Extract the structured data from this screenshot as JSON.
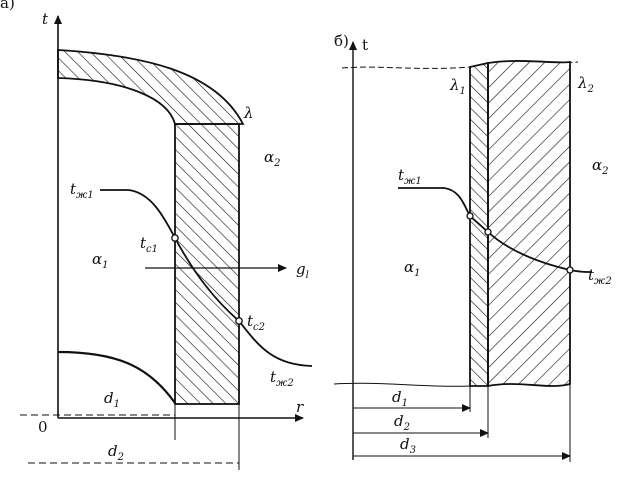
{
  "left_panel": {
    "panel_letter": "a)",
    "axis_t": "t",
    "axis_r": "r",
    "origin": "0",
    "alpha1": "α",
    "alpha1_sub": "1",
    "alpha2": "α",
    "alpha2_sub": "2",
    "lambda": "λ",
    "tzh1": "t",
    "tzh1_sub": "ж1",
    "tc1": "t",
    "tc1_sub": "c1",
    "tc2": "t",
    "tc2_sub": "c2",
    "tzh2": "t",
    "tzh2_sub": "ж2",
    "q": "g",
    "q_sub": "l",
    "d1": "d",
    "d1_sub": "1",
    "d2": "d",
    "d2_sub": "2"
  },
  "right_panel": {
    "panel_letter": "б)",
    "axis_t": "t",
    "lambda1": "λ",
    "lambda1_sub": "1",
    "lambda2": "λ",
    "lambda2_sub": "2",
    "alpha1": "α",
    "alpha1_sub": "1",
    "alpha2": "α",
    "alpha2_sub": "2",
    "tzh1": "t",
    "tzh1_sub": "ж1",
    "tzh2": "t",
    "tzh2_sub": "ж2",
    "d1": "d",
    "d1_sub": "1",
    "d2": "d",
    "d2_sub": "2",
    "d3": "d",
    "d3_sub": "3"
  }
}
